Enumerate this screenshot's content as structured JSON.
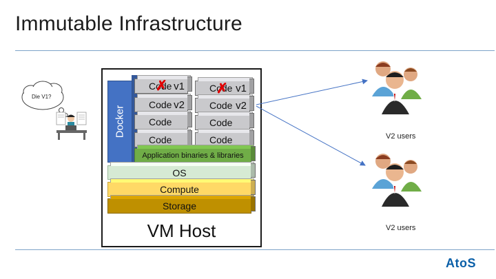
{
  "title": "Immutable Infrastructure",
  "thought_bubble": "Die V1?",
  "docker_label": "Docker",
  "vm_host_label": "VM Host",
  "stacks": [
    {
      "rows": [
        {
          "label": "Code",
          "version": "v1",
          "struck": true
        },
        {
          "label": "Code",
          "version": "v2",
          "struck": false
        },
        {
          "label": "Code",
          "version": "",
          "struck": false
        },
        {
          "label": "Code",
          "version": "",
          "struck": false
        }
      ]
    },
    {
      "rows": [
        {
          "label": "Code",
          "version": "v1",
          "struck": true
        },
        {
          "label": "Code",
          "version": "v2",
          "struck": false
        },
        {
          "label": "Code",
          "version": "",
          "struck": false
        },
        {
          "label": "Code",
          "version": "",
          "struck": false
        }
      ]
    }
  ],
  "layers": {
    "app": "Application binaries & libraries",
    "os": "OS",
    "compute": "Compute",
    "storage": "Storage"
  },
  "user_groups": [
    {
      "label": "V2 users"
    },
    {
      "label": "V2 users"
    }
  ],
  "logo": "AtoS",
  "colors": {
    "docker": "#4472c4",
    "code": "#c9c9cc",
    "app": "#70ad47",
    "os": "#d6ead4",
    "compute": "#ffd966",
    "storage": "#bf9000",
    "strike": "#e00000",
    "arrow": "#4472c4",
    "rule": "#7da2c8",
    "logo": "#0a5fa8"
  }
}
